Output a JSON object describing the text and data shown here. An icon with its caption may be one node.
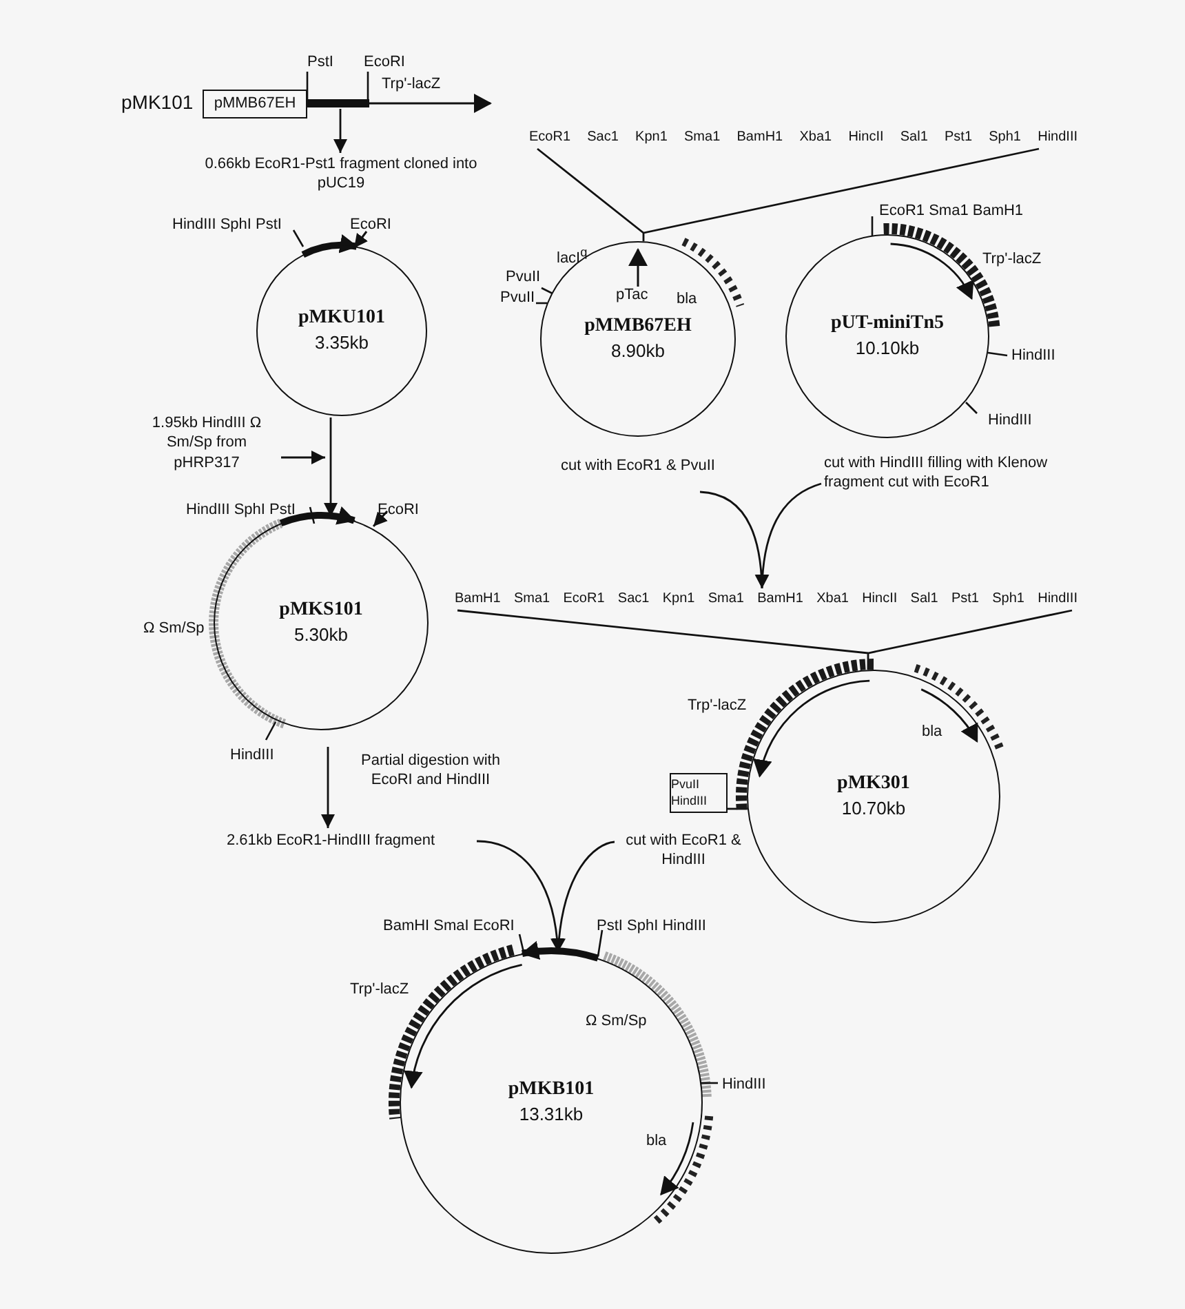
{
  "diagram": {
    "nodes": [
      {
        "text": [
          "pMMB67EH",
          "Trp'-lacZ"
        ],
        "beside": [
          "pMK101",
          "PstI",
          "EcoRI"
        ]
      },
      {
        "text": [
          "0.66kb EcoR1-Pst1 fragment cloned into pUC19"
        ]
      },
      {
        "text": [
          "pMKU101",
          "3.35kb"
        ],
        "beside": [
          "HindIII SphI PstI",
          "EcoRI"
        ]
      },
      {
        "text": [
          "pMMB67EH",
          "8.90kb",
          "lacI$^{q}$",
          "pTac",
          "bla"
        ],
        "beside": [
          "PvuII",
          "PvuII"
        ]
      },
      {
        "text": [
          "pUT-miniTn5",
          "10.10kb"
        ],
        "beside": [
          "EcoR1 Sma1 BamH1",
          "Trp'-lacZ",
          "HindIII",
          "HindIII"
        ]
      },
      {
        "text": [
          "1.95kb HindIII Ω Sm/Sp from pHRP317"
        ]
      },
      {
        "text": [
          "cut with EcoR1 & PvuII"
        ]
      },
      {
        "text": [
          "cut with HindIII filling with Klenow fragment cut with EcoR1"
        ]
      },
      {
        "text": [
          "pMKS101",
          "5.30kb"
        ],
        "beside": [
          "HindIII SphI PstI",
          "EcoRI",
          "Ω Sm/Sp",
          "HindIII"
        ]
      },
      {
        "text": [
          "BamH1 Sma1 EcoR1 Sac1 Kpn1 Sma1 BamH1 Xba1 HincII Sal1 Pst1 Sph1 HindIII"
        ]
      },
      {
        "text": [
          "pMK301",
          "10.70kb",
          "bla"
        ],
        "beside": [
          "Trp'-lacZ"
        ]
      },
      {
        "text": [
          "PvuII HindIII"
        ]
      },
      {
        "text": [
          "2.61kb EcoR1-HindIII fragment"
        ]
      },
      {
        "text": [
          "cut with EcoR1 & HindIII"
        ]
      },
      {
        "text": [
          "pMKB101",
          "13.31kb",
          "Ω Sm/Sp",
          "bla"
        ],
        "beside": [
          "BamHI SmaI EcoRI",
          "PstI SphI HindIII",
          "Trp'-lacZ",
          "HindIII"
        ]
      },
      {
        "text": [
          "EcoR1 Sac1 Kpn1 Sma1 BamH1 Xba1 HincII Sal1 Pst1 Sph1 HindIII"
        ]
      }
    ],
    "edges": [
      {
        "from": 0,
        "to": 1,
        "arrow": "to"
      },
      {
        "from": 2,
        "to": 8,
        "arrow": "to"
      },
      {
        "from": 5,
        "to": null,
        "arrow": "to"
      },
      {
        "from": 6,
        "to": 9,
        "arrow": "to"
      },
      {
        "from": 7,
        "to": 9,
        "arrow": "to"
      },
      {
        "from": 8,
        "to": 12,
        "arrow": "to",
        "label": "Partial digestion with EcoRI and HindIII"
      },
      {
        "from": 11,
        "to": 10,
        "arrow": "none"
      },
      {
        "from": 12,
        "to": 14,
        "arrow": "to"
      },
      {
        "from": 13,
        "to": 14,
        "arrow": "to"
      },
      {
        "from": 15,
        "to": 3,
        "arrow": "none"
      },
      {
        "from": 9,
        "to": 10,
        "arrow": "none"
      }
    ]
  }
}
